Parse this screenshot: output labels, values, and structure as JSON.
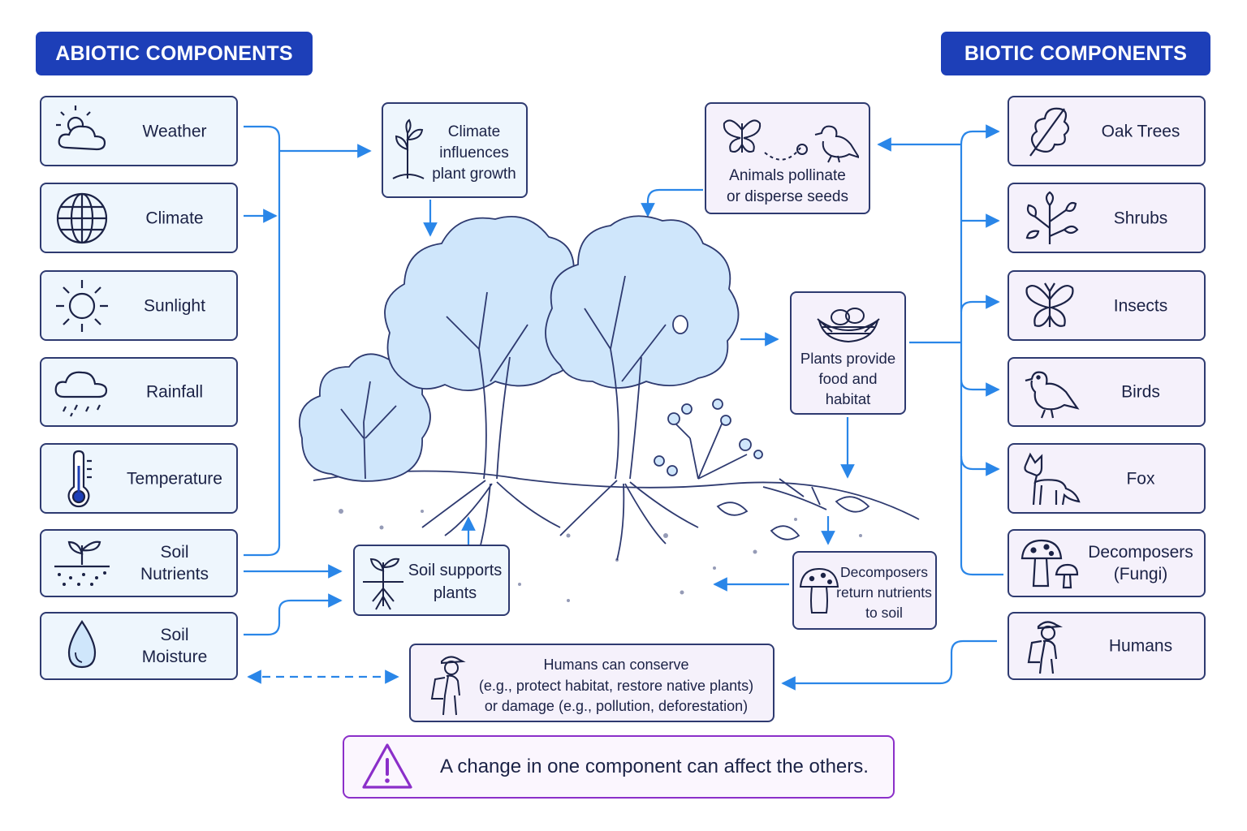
{
  "headers": {
    "abiotic": "ABIOTIC COMPONENTS",
    "biotic": "BIOTIC COMPONENTS"
  },
  "abiotic": [
    {
      "label": "Weather",
      "icon": "sun-cloud-icon"
    },
    {
      "label": "Climate",
      "icon": "globe-icon"
    },
    {
      "label": "Sunlight",
      "icon": "sun-icon"
    },
    {
      "label": "Rainfall",
      "icon": "rain-cloud-icon"
    },
    {
      "label": "Temperature",
      "icon": "thermometer-icon"
    },
    {
      "label": "Soil\nNutrients",
      "icon": "sprout-soil-icon"
    },
    {
      "label": "Soil\nMoisture",
      "icon": "water-drop-icon"
    }
  ],
  "biotic": [
    {
      "label": "Oak Trees",
      "icon": "oak-leaf-icon"
    },
    {
      "label": "Shrubs",
      "icon": "shrub-icon"
    },
    {
      "label": "Insects",
      "icon": "butterfly-icon"
    },
    {
      "label": "Birds",
      "icon": "bird-icon"
    },
    {
      "label": "Fox",
      "icon": "fox-icon"
    },
    {
      "label": "Decomposers\n(Fungi)",
      "icon": "mushroom-icon"
    },
    {
      "label": "Humans",
      "icon": "hiker-icon"
    }
  ],
  "interactions": {
    "climate_growth": "Climate\ninfluences\nplant growth",
    "pollinate": "Animals pollinate\nor disperse seeds",
    "food_habitat": "Plants provide\nfood and\nhabitat",
    "soil_supports": "Soil supports\nplants",
    "decomposers": "Decomposers\nreturn nutrients\nto soil",
    "humans": "Humans can conserve\n(e.g., protect habitat, restore native plants)\nor damage (e.g., pollution, deforestation)"
  },
  "warning": "A change in one component can affect the others.",
  "colors": {
    "header": "#1d3fb8",
    "arrow": "#2a86e8",
    "abiotic_fill": "#eef6fd",
    "biotic_fill": "#f5f1fb",
    "border": "#2e3a70",
    "warning": "#8b2fc9",
    "foliage": "#cfe6fb"
  }
}
